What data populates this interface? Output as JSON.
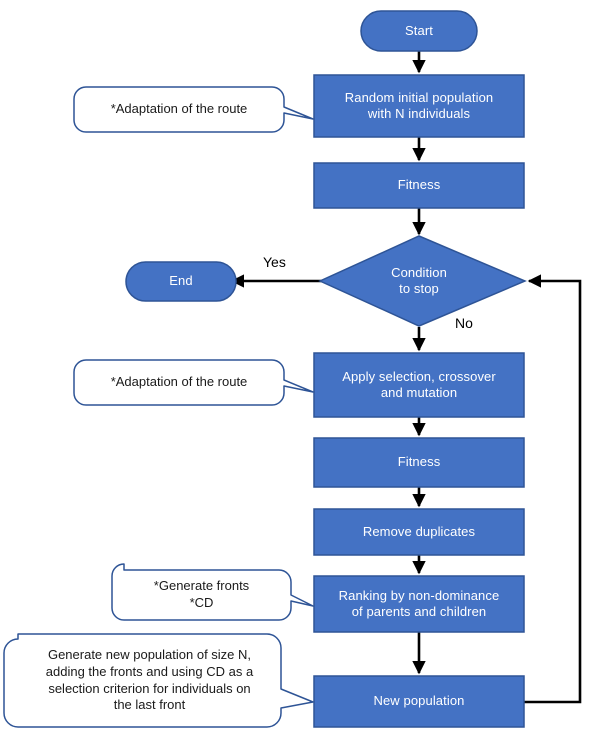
{
  "diagram": {
    "title": "NSGA-II style genetic algorithm flowchart",
    "colors": {
      "node_fill": "#4472C4",
      "node_stroke": "#2E5496",
      "node_text": "#FFFFFF",
      "callout_fill": "#FFFFFF",
      "callout_stroke": "#2E5496",
      "callout_text": "#1A1A1A",
      "connector": "#000000",
      "background": "#FFFFFF"
    },
    "nodes": [
      {
        "id": "start",
        "shape": "terminator",
        "label": "Start"
      },
      {
        "id": "init",
        "shape": "process",
        "label": "Random initial population\nwith N individuals"
      },
      {
        "id": "fitness1",
        "shape": "process",
        "label": "Fitness"
      },
      {
        "id": "condition",
        "shape": "decision",
        "label": "Condition\nto stop"
      },
      {
        "id": "end",
        "shape": "terminator",
        "label": "End"
      },
      {
        "id": "operators",
        "shape": "process",
        "label": "Apply selection, crossover\nand mutation"
      },
      {
        "id": "fitness2",
        "shape": "process",
        "label": "Fitness"
      },
      {
        "id": "remove_dupes",
        "shape": "process",
        "label": "Remove duplicates"
      },
      {
        "id": "ranking",
        "shape": "process",
        "label": "Ranking by non-dominance\nof parents and children"
      },
      {
        "id": "new_pop",
        "shape": "process",
        "label": "New population"
      }
    ],
    "edge_labels": [
      {
        "id": "yes",
        "label": "Yes"
      },
      {
        "id": "no",
        "label": "No"
      }
    ],
    "callouts": [
      {
        "id": "callout_init",
        "label": "*Adaptation of the route",
        "target": "init"
      },
      {
        "id": "callout_operators",
        "label": "*Adaptation of the route",
        "target": "operators"
      },
      {
        "id": "callout_ranking",
        "label": "*Generate fronts\n*CD",
        "target": "ranking"
      },
      {
        "id": "callout_new_pop",
        "label": "Generate new population of size N,\nadding the fronts and using CD as a\nselection criterion for individuals on\nthe last front",
        "target": "new_pop"
      }
    ]
  }
}
